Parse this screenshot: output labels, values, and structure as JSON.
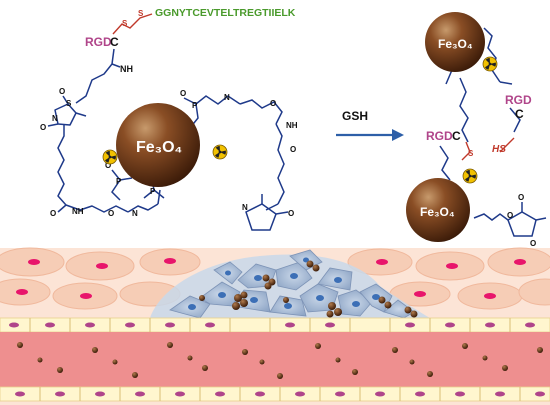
{
  "labels": {
    "peptide": "GGNYTCEVTELTREGTIIELK",
    "rgd_main": "RGD",
    "rgd_c_main": "C",
    "nh": "NH",
    "fe_main": "Fe₃O₄",
    "arrow": "GSH",
    "fe_top": "Fe₃O₄",
    "fe_bottom": "Fe₃O₄",
    "rgd_right": "RGD",
    "rgd_c_right": "C",
    "hs_right": "HS",
    "rgd_mid": "RGD",
    "rgd_c_mid": "C",
    "o1": "O",
    "o2": "O",
    "o3": "O",
    "o4": "O",
    "o5": "O",
    "o6": "O",
    "o7": "O",
    "o8": "O",
    "o9": "O",
    "o10": "O",
    "o11": "O",
    "o12": "O",
    "p1": "P",
    "p2": "P",
    "p3": "P",
    "p4": "P",
    "n1": "N",
    "n2": "N",
    "n3": "N",
    "n4": "N",
    "nh2": "NH",
    "nh3": "NH",
    "s1": "S",
    "s2": "S",
    "s3": "S",
    "s4": "S"
  },
  "icons": [
    "radiation-icon",
    "nanoparticle-icon",
    "cell-icon",
    "blood-vessel-icon"
  ],
  "colors": {
    "peptide": "#4a9a2c",
    "rgd": "#b0458a",
    "linker": "#1f3a8a",
    "disulfide": "#c0392b",
    "particle": "#6b3a1d",
    "radiation": "#f2c100",
    "tissue": "#f6d6c4",
    "vessel": "#ee8f8f",
    "cell": "#a9bcd6"
  }
}
